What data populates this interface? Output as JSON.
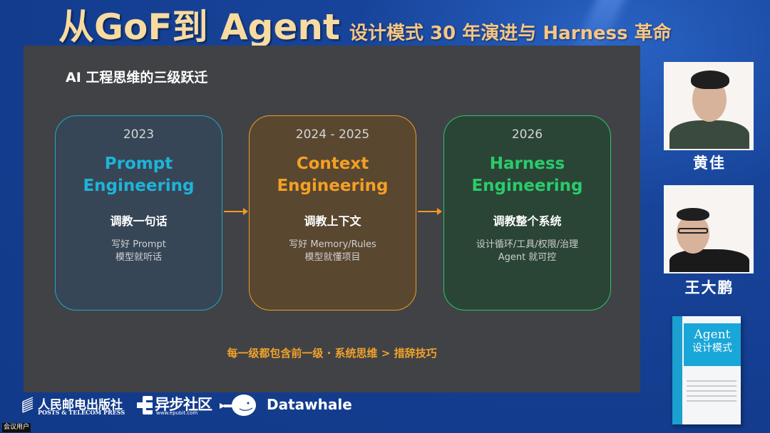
{
  "header": {
    "main_title": "从GoF到 Agent",
    "sub_title": "设计模式 30 年演进与 Harness 革命"
  },
  "slide": {
    "heading": "AI 工程思维的三级跃迁",
    "cards": [
      {
        "year": "2023",
        "name_line1": "Prompt",
        "name_line2": "Engineering",
        "tagline": "调教一句话",
        "desc_line1": "写好 Prompt",
        "desc_line2": "模型就听话",
        "accent": "#1fb3d8"
      },
      {
        "year": "2024 - 2025",
        "name_line1": "Context",
        "name_line2": "Engineering",
        "tagline": "调教上下文",
        "desc_line1": "写好 Memory/Rules",
        "desc_line2": "模型就懂项目",
        "accent": "#f4a025"
      },
      {
        "year": "2026",
        "name_line1": "Harness",
        "name_line2": "Engineering",
        "tagline": "调教整个系统",
        "desc_line1": "设计循环/工具/权限/治理",
        "desc_line2": "Agent 就可控",
        "accent": "#2bcb6c"
      }
    ],
    "summary": "每一级都包含前一级 · 系统思维 > 措辞技巧"
  },
  "speakers": [
    {
      "name": "黄佳"
    },
    {
      "name": "王大鹏"
    }
  ],
  "book": {
    "title_en": "Agent",
    "title_cn": "设计模式"
  },
  "logos": {
    "ptp_cn": "人民邮电出版社",
    "ptp_en": "POSTS & TELECOM PRESS",
    "epubit_cn": "异步社区",
    "epubit_url": "www.epubit.com",
    "datawhale": "Datawhale"
  },
  "meeting_user_label": "会议用户"
}
